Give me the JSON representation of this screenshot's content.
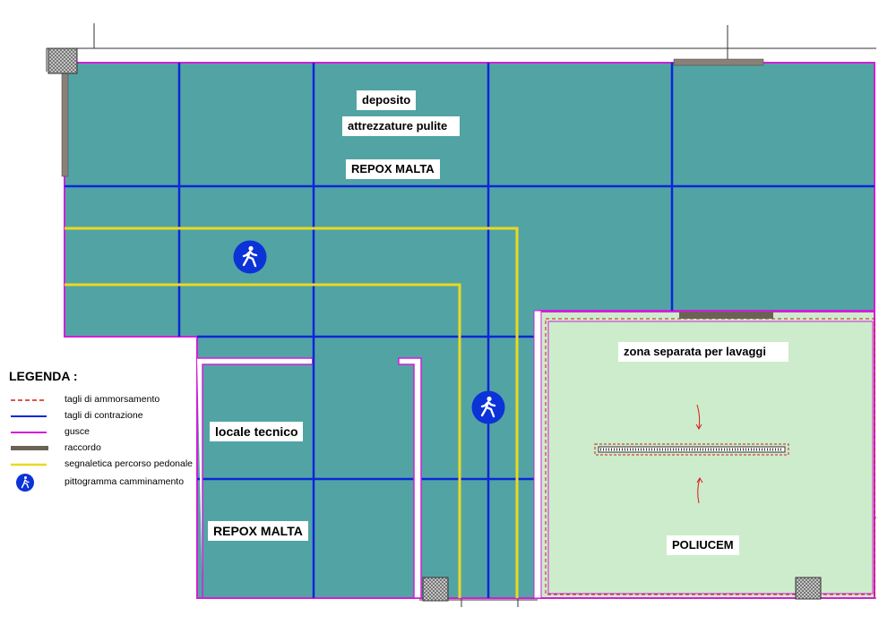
{
  "colors": {
    "floor_teal": "#52a4a4",
    "floor_green": "#cdeccc",
    "contraction_blue": "#0b27d8",
    "cove_magenta": "#d21fd8",
    "yellow_path": "#ecd820",
    "raccordo_brown": "#6b6257",
    "cut_red": "#d81a1a",
    "pictogram_blue": "#0b33d8"
  },
  "rooms": {
    "deposito": "deposito",
    "attrezzature": "attrezzature pulite",
    "repox_top": "REPOX MALTA",
    "locale_tecnico": "locale tecnico",
    "repox_bottom": "REPOX MALTA",
    "zona_lavaggi": "zona separata per lavaggi",
    "poliucem": "POLIUCEM"
  },
  "legend": {
    "title": "LEGENDA :",
    "items": [
      {
        "symbol": "dashed-red-line",
        "label": "tagli di ammorsamento"
      },
      {
        "symbol": "blue-line",
        "label": "tagli di contrazione"
      },
      {
        "symbol": "magenta-line",
        "label": "gusce"
      },
      {
        "symbol": "brown-bar",
        "label": "raccordo"
      },
      {
        "symbol": "yellow-line",
        "label": "segnaletica percorso pedonale"
      },
      {
        "symbol": "walking-pictogram-icon",
        "label": "pittogramma camminamento"
      }
    ]
  }
}
